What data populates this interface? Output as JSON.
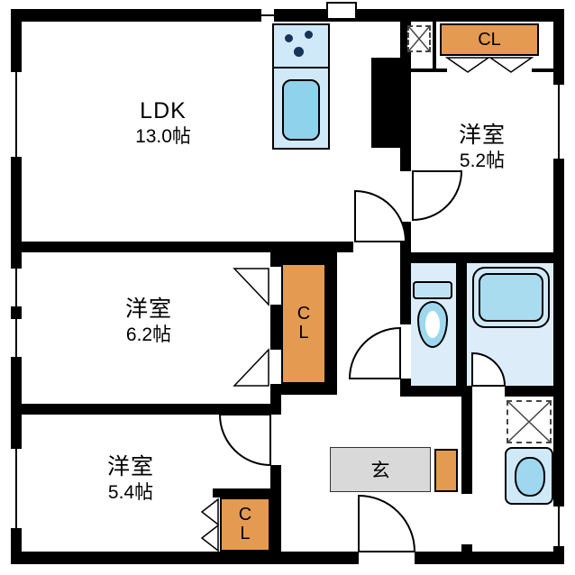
{
  "rooms": {
    "ldk": {
      "name": "LDK",
      "area": "13.0帖"
    },
    "bedroom_tr": {
      "name": "洋室",
      "area": "5.2帖"
    },
    "bedroom_ml": {
      "name": "洋室",
      "area": "6.2帖"
    },
    "bedroom_bl": {
      "name": "洋室",
      "area": "5.4帖"
    }
  },
  "closets": {
    "top_right": "CL",
    "middle": "C\nL",
    "bottom": "C\nL"
  },
  "entrance": {
    "label": "玄"
  },
  "colors": {
    "wall": "#000000",
    "closet_orange": "#e59a52",
    "fixture_blue": "#8fd2ec",
    "surface_blue": "#cfe9f8",
    "floor_blue": "#dcedf9",
    "entrance_gray": "#d9d9d9"
  },
  "icons": {
    "stove-burners-icon": "dark dots",
    "kitchen-sink-icon": "rounded rect",
    "toilet-icon": "tank and bowl",
    "bathtub-icon": "double rounded rect",
    "washbasin-icon": "rounded bowl",
    "washing-machine-area-icon": "dashed box with X",
    "vent-box-icon": "dashed box with X",
    "door-swing-icon": "quarter arc",
    "folding-door-icon": "zigzag triangles",
    "window-icon": "double line gap"
  }
}
